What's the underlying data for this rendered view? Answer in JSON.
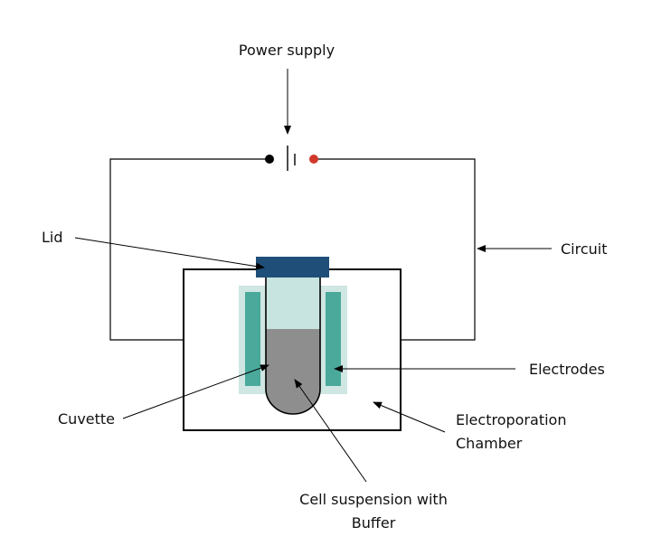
{
  "labels": {
    "power_supply": "Power supply",
    "lid": "Lid",
    "circuit": "Circuit",
    "electrodes": "Electrodes",
    "cuvette": "Cuvette",
    "chamber_line1": "Electroporation",
    "chamber_line2": "Chamber",
    "cell_line1": "Cell suspension with",
    "cell_line2": "Buffer"
  },
  "colors": {
    "lid": "#1f4e79",
    "electrode": "#4aa99b",
    "electrode_halo": "#cfe6e3",
    "cuvette_air": "#c8e4e0",
    "suspension": "#8e8e8e",
    "negative_terminal": "#000000",
    "positive_terminal": "#d1392b",
    "line": "#000000"
  }
}
